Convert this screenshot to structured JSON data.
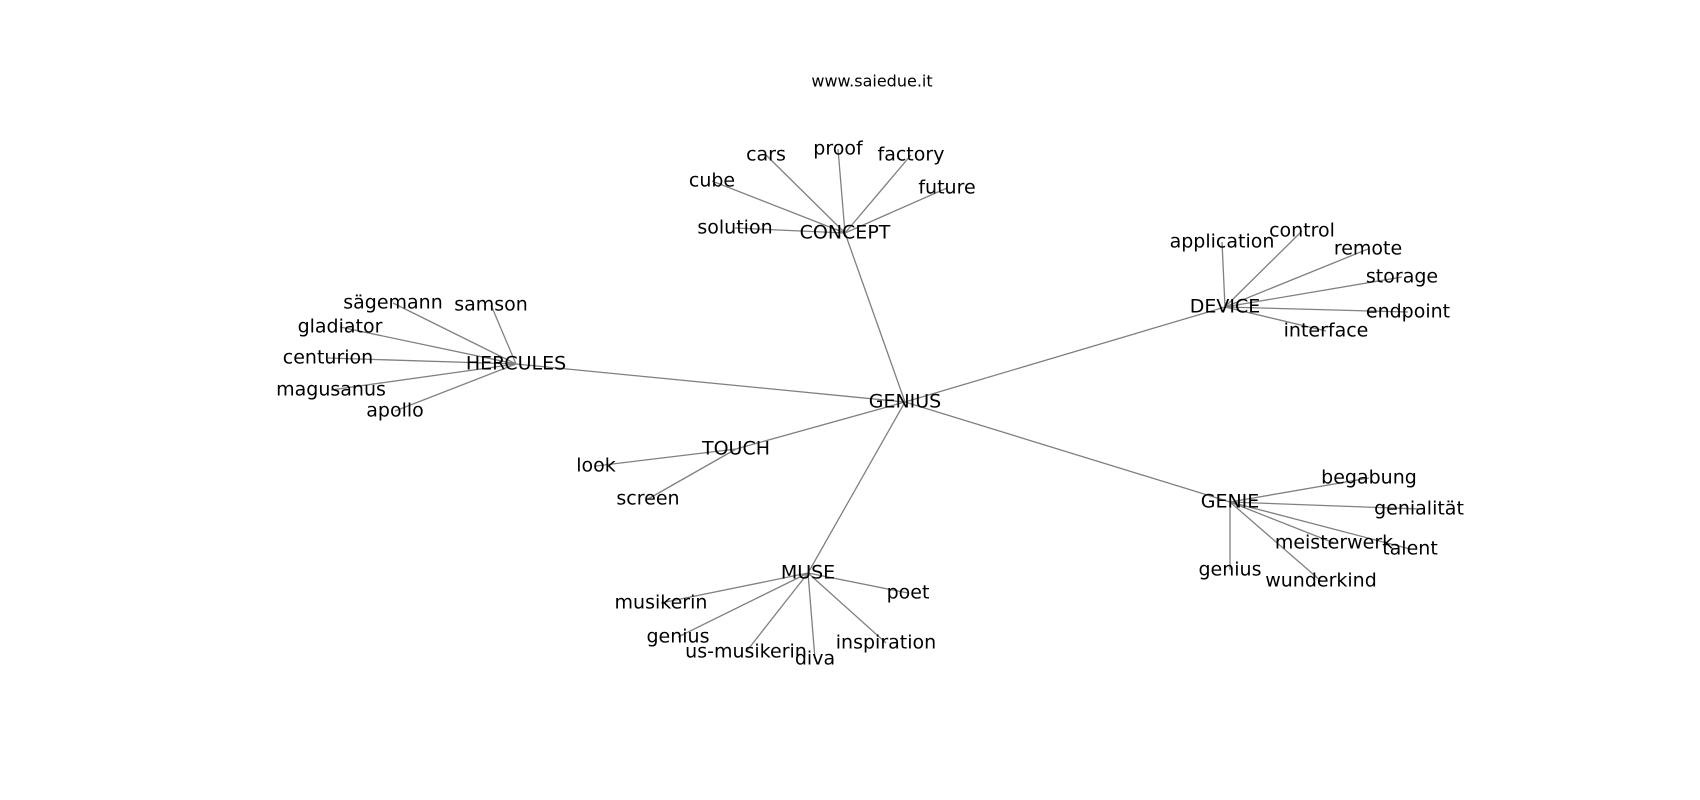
{
  "site": "www.saiedue.it",
  "center": "GENIUS",
  "clusters": [
    {
      "hub": "CONCEPT",
      "children": [
        "cars",
        "proof",
        "factory",
        "future",
        "cube",
        "solution"
      ]
    },
    {
      "hub": "DEVICE",
      "children": [
        "application",
        "control",
        "remote",
        "storage",
        "endpoint",
        "interface"
      ]
    },
    {
      "hub": "HERCULES",
      "children": [
        "sägemann",
        "samson",
        "gladiator",
        "centurion",
        "magusanus",
        "apollo"
      ]
    },
    {
      "hub": "TOUCH",
      "children": [
        "look",
        "screen"
      ]
    },
    {
      "hub": "GENIE",
      "children": [
        "begabung",
        "genialität",
        "meisterwerk",
        "talent",
        "genius",
        "wunderkind"
      ]
    },
    {
      "hub": "MUSE",
      "children": [
        "musikerin",
        "poet",
        "genius",
        "us-musikerin",
        "diva",
        "inspiration"
      ]
    }
  ]
}
